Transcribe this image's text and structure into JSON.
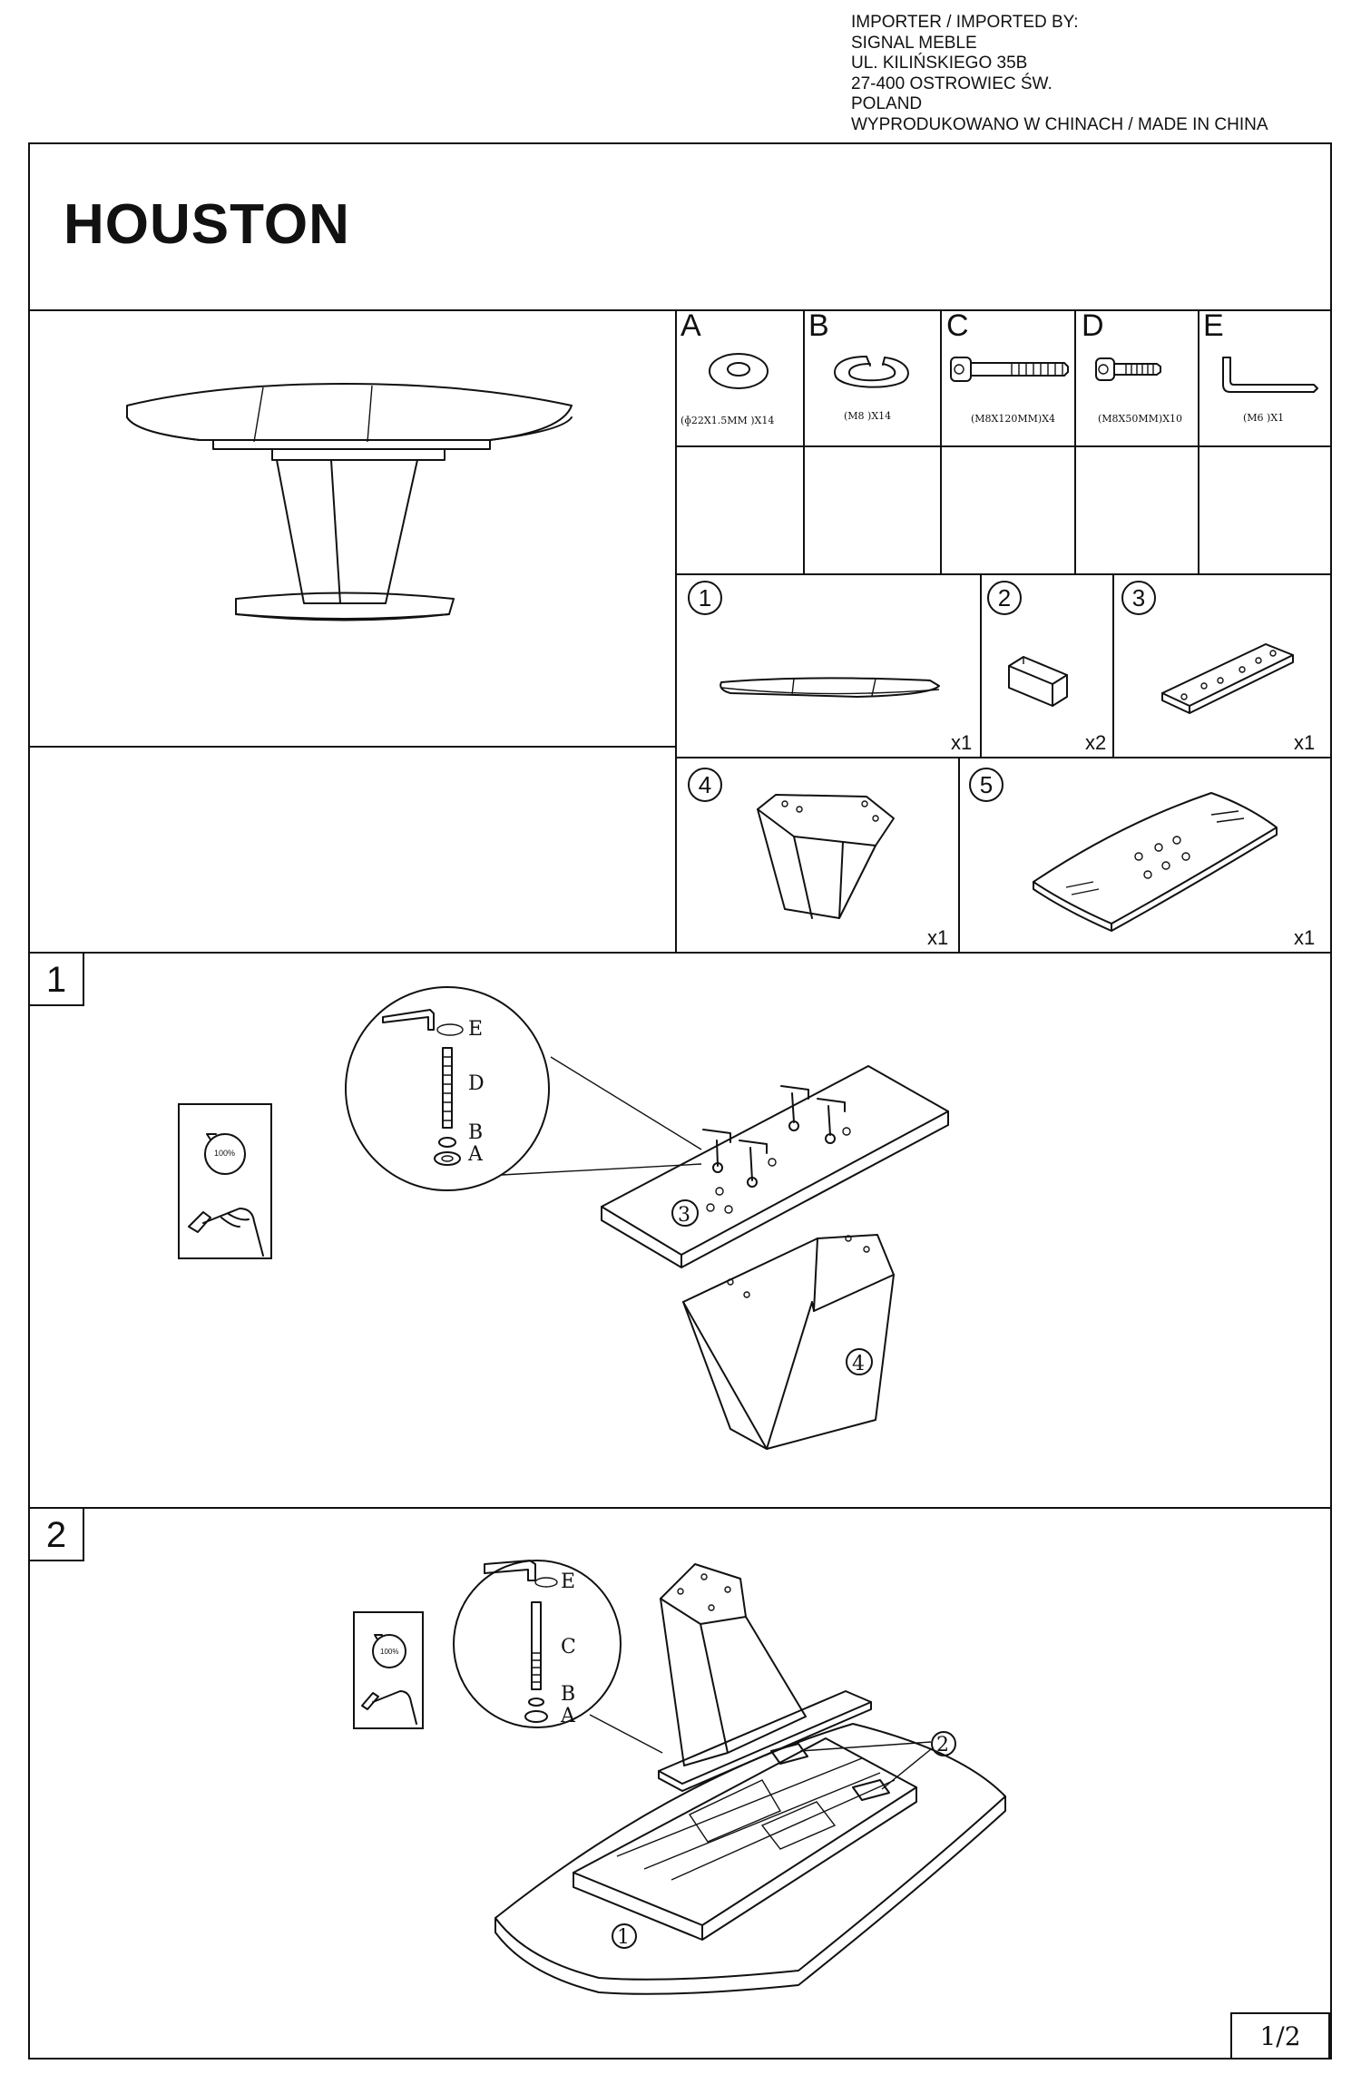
{
  "importer": {
    "line1": "IMPORTER / IMPORTED BY:",
    "line2": "SIGNAL MEBLE",
    "line3": "UL. KILIŃSKIEGO 35B",
    "line4": "27-400 OSTROWIEC ŚW.",
    "line5": "POLAND",
    "line6": "WYPRODUKOWANO W CHINACH / MADE IN CHINA"
  },
  "product": {
    "title": "HOUSTON"
  },
  "hardware": [
    {
      "letter": "A",
      "spec": "(ɸ22X1.5MM  )X14",
      "icon": "washer-icon"
    },
    {
      "letter": "B",
      "spec": "(M8 )X14",
      "icon": "split-washer-icon"
    },
    {
      "letter": "C",
      "spec": "(M8X120MM)X4",
      "icon": "long-bolt-icon"
    },
    {
      "letter": "D",
      "spec": "(M8X50MM)X10",
      "icon": "short-bolt-icon"
    },
    {
      "letter": "E",
      "spec": "(M6 )X1",
      "icon": "allen-key-icon"
    }
  ],
  "parts": [
    {
      "number": "1",
      "qty": "x1",
      "icon": "tabletop-icon"
    },
    {
      "number": "2",
      "qty": "x2",
      "icon": "bracket-block-icon"
    },
    {
      "number": "3",
      "qty": "x1",
      "icon": "mounting-plate-icon"
    },
    {
      "number": "4",
      "qty": "x1",
      "icon": "pedestal-column-icon"
    },
    {
      "number": "5",
      "qty": "x1",
      "icon": "base-plate-icon"
    }
  ],
  "steps": [
    {
      "number": "1",
      "callout_labels": [
        "E",
        "D",
        "B",
        "A"
      ],
      "part_labels": [
        "3",
        "4"
      ],
      "torque_label": "100%"
    },
    {
      "number": "2",
      "callout_labels": [
        "E",
        "C",
        "B",
        "A"
      ],
      "part_labels": [
        "2",
        "1"
      ],
      "torque_label": "100%"
    }
  ],
  "page": {
    "label": "1/2"
  }
}
